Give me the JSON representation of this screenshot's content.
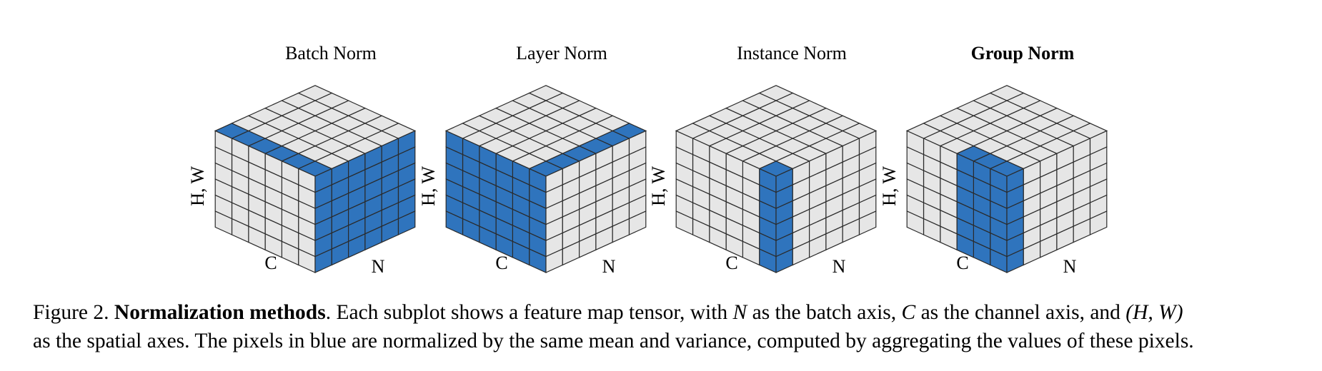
{
  "subplots": [
    {
      "title": "Batch Norm",
      "title_bold": false,
      "axis_hw": "H, W",
      "axis_c": "C",
      "axis_n": "N",
      "blue": "batch"
    },
    {
      "title": "Layer Norm",
      "title_bold": false,
      "axis_hw": "H, W",
      "axis_c": "C",
      "axis_n": "N",
      "blue": "layer"
    },
    {
      "title": "Instance Norm",
      "title_bold": false,
      "axis_hw": "H, W",
      "axis_c": "C",
      "axis_n": "N",
      "blue": "instance"
    },
    {
      "title": "Group Norm",
      "title_bold": true,
      "axis_hw": "H, W",
      "axis_c": "C",
      "axis_n": "N",
      "blue": "group"
    }
  ],
  "colors": {
    "blue": "#2f74bd",
    "gray": "#e6e6e6",
    "edge": "#2a2a2a"
  },
  "caption": {
    "prefix": "Figure 2.",
    "title": "Normalization methods",
    "l1_a": ". Each subplot shows a feature map tensor, with",
    "var_n": "N",
    "l1_b": "as the batch axis,",
    "var_c": "C",
    "l1_c": "as the channel axis, and",
    "var_hw": "(H, W)",
    "line2": "as the spatial axes. The pixels in blue are normalized by the same mean and variance, computed by aggregating the values of these pixels."
  }
}
